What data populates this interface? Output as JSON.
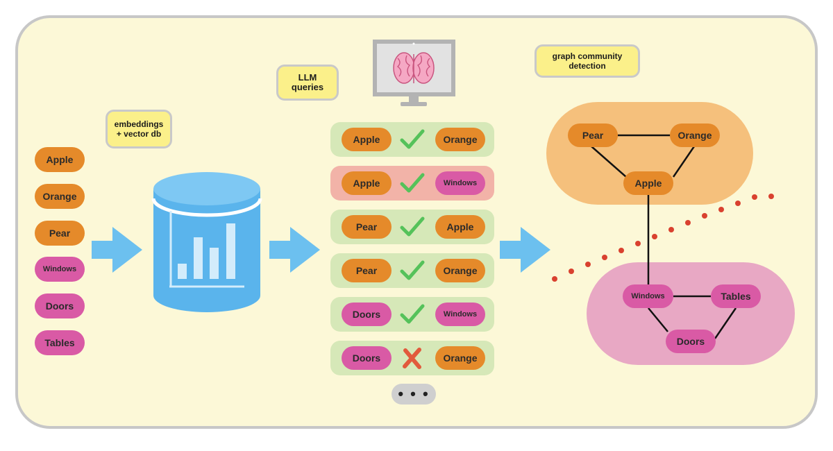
{
  "notes": {
    "embeddings": "embeddings\n+ vector db",
    "llm": "LLM\nqueries",
    "graph": "graph community\ndetection"
  },
  "items": [
    {
      "label": "Apple",
      "kind": "fruit"
    },
    {
      "label": "Orange",
      "kind": "fruit"
    },
    {
      "label": "Pear",
      "kind": "fruit"
    },
    {
      "label": "Windows",
      "kind": "object"
    },
    {
      "label": "Doors",
      "kind": "object"
    },
    {
      "label": "Tables",
      "kind": "object"
    }
  ],
  "pairs": [
    {
      "left": "Apple",
      "right": "Orange",
      "result": "check"
    },
    {
      "left": "Apple",
      "right": "Windows",
      "result": "check"
    },
    {
      "left": "Pear",
      "right": "Apple",
      "result": "check"
    },
    {
      "left": "Pear",
      "right": "Orange",
      "result": "check"
    },
    {
      "left": "Doors",
      "right": "Windows",
      "result": "check"
    },
    {
      "left": "Doors",
      "right": "Orange",
      "result": "cross"
    }
  ],
  "more": "• • •",
  "graph": {
    "nodes": {
      "pear": "Pear",
      "orange": "Orange",
      "apple": "Apple",
      "windows": "Windows",
      "tables": "Tables",
      "doors": "Doors"
    }
  },
  "colors": {
    "fruit": "#e58a2a",
    "object": "#d95aa5",
    "match_row": "#d6e8b8",
    "mismatch_row": "#f2b3a8",
    "arrow": "#6cc0ef",
    "check": "#55c25a",
    "cross": "#e25a3c",
    "cut_line": "#d9412f"
  },
  "icons": [
    "arrow-right-icon",
    "database-icon",
    "bar-chart-icon",
    "monitor-icon",
    "brain-icon",
    "checkmark-icon",
    "cross-icon"
  ]
}
